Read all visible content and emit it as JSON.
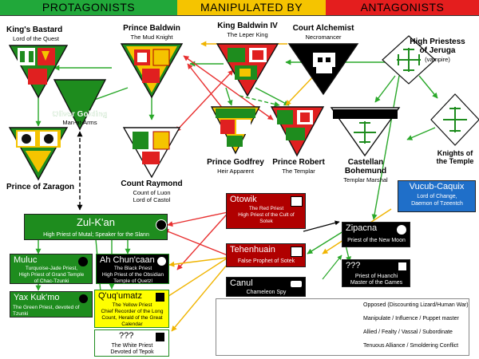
{
  "headers": {
    "protagonists": "PROTAGONISTS",
    "manipulated_by": "MANIPULATED BY",
    "antagonists": "ANTAGONISTS"
  },
  "colors": {
    "green": "#1e8c1e",
    "yellow": "#f5c400",
    "red": "#e02020",
    "dark_red": "#b00000",
    "blue": "#1f6fc9",
    "black": "#000000",
    "arrow_red": "#e83030",
    "arrow_yellow": "#f0b400",
    "arrow_green": "#2aa82a"
  },
  "characters": {
    "kings_bastard": {
      "name": "King's Bastard",
      "title": "Lord of the Quest"
    },
    "prince_baldwin": {
      "name": "Prince Baldwin",
      "title": "The Mud Knight"
    },
    "king_baldwin": {
      "name": "King Baldwin IV",
      "title": "The Leper King"
    },
    "court_alchemist": {
      "name": "Court Alchemist",
      "title": "Necromancer"
    },
    "high_priestess": {
      "name": "High Priestess\nof Jeruga",
      "title": "(vampire)"
    },
    "oliver_golding": {
      "name": "Oliver Golding",
      "title": "Man-at-Arms"
    },
    "prince_zaragon": {
      "name": "Prince of Zaragon",
      "title": ""
    },
    "count_raymond": {
      "name": "Count Raymond",
      "title1": "Count of Luon",
      "title2": "Lord of Castol"
    },
    "prince_godfrey": {
      "name": "Prince Godfrey",
      "title": "Heir Apparent"
    },
    "prince_robert": {
      "name": "Prince Robert",
      "title": "The Templar"
    },
    "castellan": {
      "name1": "Castellan",
      "name2": "Bohemund",
      "title": "Templar Marshal"
    },
    "knights_temple": {
      "name1": "Knights of",
      "name2": "the Temple"
    }
  },
  "boxes": {
    "vucub": {
      "name": "Vucub-Caquix",
      "sub": "Lord of Change,\nDaemon of Tzeentch"
    },
    "otowik": {
      "name": "Otowik",
      "sub": "The Red Priest\nHigh Priest of the Cult of\nSotek"
    },
    "zulkan": {
      "name": "Zul-K'an",
      "sub": "High Priest of Mutal; Speaker for the Slann"
    },
    "tehenhuain": {
      "name": "Tehenhuain",
      "sub": "False Prophet of Sotek"
    },
    "zipacna": {
      "name": "Zipacna",
      "sub": "Priest of  the New Moon"
    },
    "muluc": {
      "name": "Muluc",
      "sub": "Turquoise-Jade Priest,\nHigh Priest of  Grand Temple\nof Chac-Tzunki"
    },
    "ahchun": {
      "name": "Ah Chun'caan",
      "sub": "The Black Priest\nHigh Priest of the Obsidian\nTemple of Quetzl"
    },
    "canul": {
      "name": "Canul",
      "sub": "Chameleon Spy"
    },
    "unknown_huanchi": {
      "name": "???",
      "sub": "Priest of  Huanchi\nMaster of the Games"
    },
    "yaxkukmo": {
      "name": "Yax Kuk'mo",
      "sub": "The Green Priest, devoted of\nTzunki"
    },
    "ququmatz": {
      "name": "Q'uq'umatz",
      "sub": "The Yellow Priest\nChief Recorder of the Long\nCount, Herald of the Great\nCalendar"
    },
    "unknown_white": {
      "name": "???",
      "sub": "The White Priest\nDevoted of Tepok"
    }
  },
  "legend": {
    "opposed": "Opposed (Discounting Lizard/Human War)",
    "manipulate": "Manipulate / Influence / Puppet master",
    "allied": "Allied / Fealty / Vassal / Subordinate",
    "tenuous": "Tenuous Alliance / Smoldering Conflict"
  }
}
